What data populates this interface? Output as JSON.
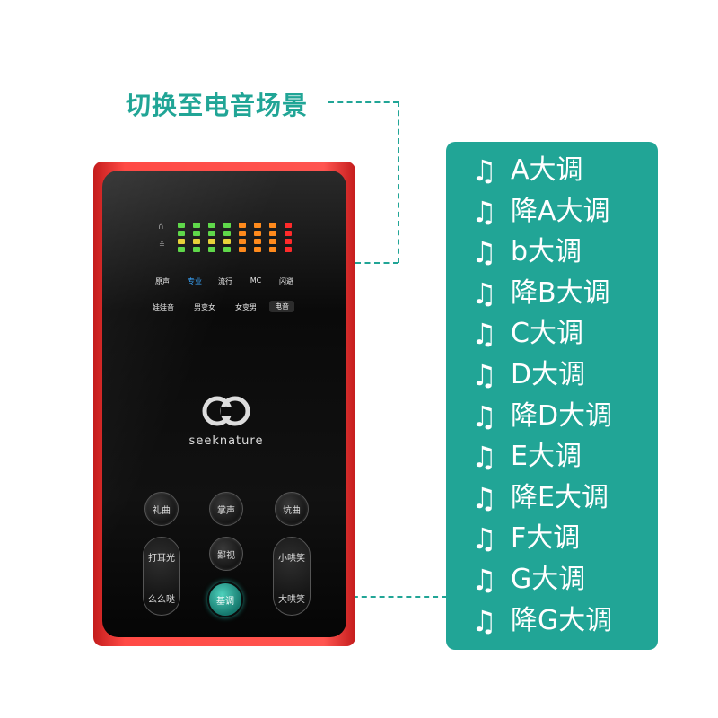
{
  "callout": {
    "title": "切换至电音场景"
  },
  "colors": {
    "accent": "#21a596",
    "device_red": "#ff4a45",
    "device_face": "#0d0d0d"
  },
  "key_list": {
    "icon": "music-note-icon",
    "items": [
      {
        "note": "♫",
        "label": "A大调"
      },
      {
        "note": "♫",
        "label": "降A大调"
      },
      {
        "note": "♫",
        "label": "b大调"
      },
      {
        "note": "♫",
        "label": "降B大调"
      },
      {
        "note": "♫",
        "label": "C大调"
      },
      {
        "note": "♫",
        "label": "D大调"
      },
      {
        "note": "♫",
        "label": "降D大调"
      },
      {
        "note": "♫",
        "label": "E大调"
      },
      {
        "note": "♫",
        "label": "降E大调"
      },
      {
        "note": "♫",
        "label": "F大调"
      },
      {
        "note": "♫",
        "label": "G大调"
      },
      {
        "note": "♫",
        "label": "降G大调"
      }
    ]
  },
  "device": {
    "brand": "seeknature",
    "modes_row1": [
      "原声",
      "专业",
      "流行",
      "MC",
      "闪避"
    ],
    "modes_row2": [
      "娃娃音",
      "男变女",
      "女变男",
      "电音"
    ],
    "buttons": {
      "li_qu": "礼曲",
      "zhang_sheng": "掌声",
      "keng_qu": "坑曲",
      "da_er_guang": "打耳光",
      "bi_shi": "鄙视",
      "xiao_hong_xiao": "小哄笑",
      "me_me_da": "么么哒",
      "ji_diao": "基调",
      "da_hong_xiao": "大哄笑"
    }
  }
}
